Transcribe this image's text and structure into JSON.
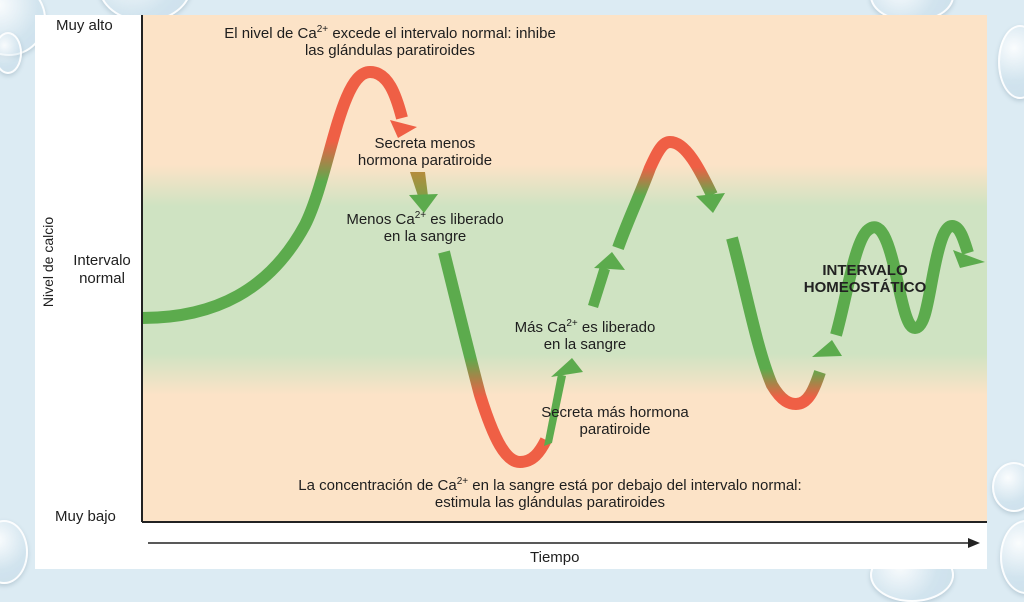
{
  "diagram": {
    "y_axis_title": "Nivel de calcio",
    "y_ticks": {
      "high": "Muy alto",
      "normal": "Intervalo normal",
      "low": "Muy bajo"
    },
    "x_axis_title": "Tiempo",
    "labels": {
      "top_note": {
        "pre": "El nivel de Ca",
        "sup": "2+",
        "post": " excede el intervalo normal: inhibe",
        "line2": "las glándulas paratiroides"
      },
      "less_hormone": {
        "line1": "Secreta menos",
        "line2": "hormona paratiroide"
      },
      "less_calcium": {
        "pre": "Menos Ca",
        "sup": "2+",
        "post": " es liberado",
        "line2": "en la sangre"
      },
      "more_calcium": {
        "pre": "Más Ca",
        "sup": "2+",
        "post": " es liberado",
        "line2": "en la sangre"
      },
      "more_hormone": {
        "line1": "Secreta más hormona",
        "line2": "paratiroide"
      },
      "homeostatic": {
        "line1": "INTERVALO",
        "line2": "HOMEOSTÁTICO"
      },
      "bottom_note": {
        "pre": "La concentración de Ca",
        "sup": "2+",
        "post": " en la sangre está por debajo del intervalo normal:",
        "line2": "estimula las glándulas paratiroides"
      }
    },
    "colors": {
      "background": "#fce3c7",
      "normal_band": "#cfe3c2",
      "curve_green": "#5cab4d",
      "curve_red": "#ef5f45",
      "axis": "#222222"
    }
  }
}
